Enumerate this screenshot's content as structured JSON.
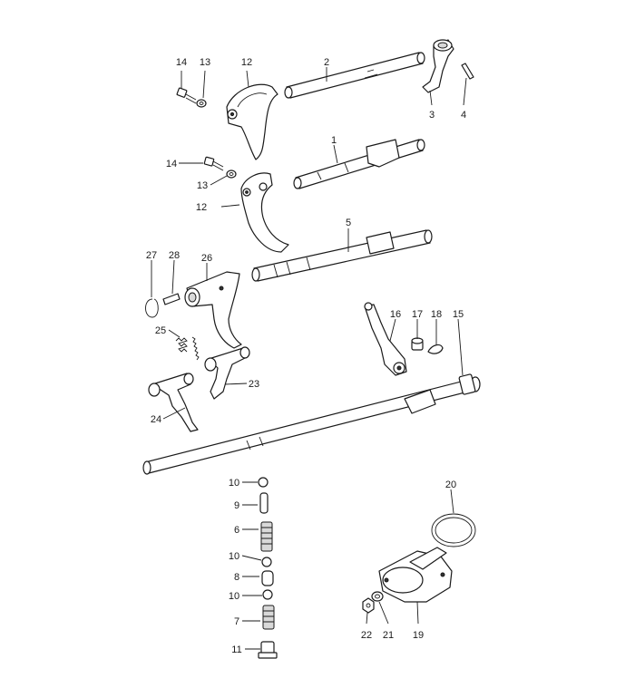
{
  "diagram": {
    "callouts": [
      {
        "key": "c1",
        "label": "1"
      },
      {
        "key": "c2",
        "label": "2"
      },
      {
        "key": "c3",
        "label": "3"
      },
      {
        "key": "c4",
        "label": "4"
      },
      {
        "key": "c5",
        "label": "5"
      },
      {
        "key": "c6",
        "label": "6"
      },
      {
        "key": "c7",
        "label": "7"
      },
      {
        "key": "c8",
        "label": "8"
      },
      {
        "key": "c9",
        "label": "9"
      },
      {
        "key": "c10a",
        "label": "10"
      },
      {
        "key": "c10b",
        "label": "10"
      },
      {
        "key": "c10c",
        "label": "10"
      },
      {
        "key": "c11",
        "label": "11"
      },
      {
        "key": "c12a",
        "label": "12"
      },
      {
        "key": "c12b",
        "label": "12"
      },
      {
        "key": "c13a",
        "label": "13"
      },
      {
        "key": "c13b",
        "label": "13"
      },
      {
        "key": "c14a",
        "label": "14"
      },
      {
        "key": "c14b",
        "label": "14"
      },
      {
        "key": "c15",
        "label": "15"
      },
      {
        "key": "c16",
        "label": "16"
      },
      {
        "key": "c17",
        "label": "17"
      },
      {
        "key": "c18",
        "label": "18"
      },
      {
        "key": "c19",
        "label": "19"
      },
      {
        "key": "c20",
        "label": "20"
      },
      {
        "key": "c21",
        "label": "21"
      },
      {
        "key": "c22",
        "label": "22"
      },
      {
        "key": "c23",
        "label": "23"
      },
      {
        "key": "c24",
        "label": "24"
      },
      {
        "key": "c25",
        "label": "25"
      },
      {
        "key": "c26",
        "label": "26"
      },
      {
        "key": "c27",
        "label": "27"
      },
      {
        "key": "c28",
        "label": "28"
      }
    ]
  }
}
